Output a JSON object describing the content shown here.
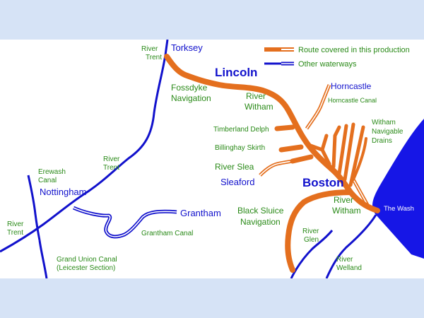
{
  "colors": {
    "route": "#e46f1e",
    "waterway": "#1111cc",
    "town": "#1111cc",
    "label_green": "#2a8a18",
    "sea": "#1616e6",
    "band": "#d6e3f6"
  },
  "legend": {
    "route_label": "Route covered in this production",
    "waterway_label": "Other waterways"
  },
  "towns": {
    "torksey": "Torksey",
    "lincoln": "Lincoln",
    "horncastle": "Horncastle",
    "boston": "Boston",
    "sleaford": "Sleaford",
    "nottingham": "Nottingham",
    "grantham": "Grantham"
  },
  "waterways": {
    "river_trent_top": [
      "River",
      "Trent"
    ],
    "fossdyke": [
      "Fossdyke",
      "Navigation"
    ],
    "river_witham_upper": [
      "River",
      "Witham"
    ],
    "horncastle_canal": "Horncastle Canal",
    "witham_drains": [
      "Witham",
      "Navigable",
      "Drains"
    ],
    "timberland_delph": "Timberland Delph",
    "billinghay_skirth": "Billinghay Skirth",
    "river_slea": "River Slea",
    "river_trent_mid": [
      "River",
      "Trent"
    ],
    "erewash_canal": [
      "Erewash",
      "Canal"
    ],
    "river_trent_left": [
      "River",
      "Trent"
    ],
    "grantham_canal": "Grantham Canal",
    "black_sluice": [
      "Black Sluice",
      "Navigation"
    ],
    "river_witham_lower": [
      "River",
      "Witham"
    ],
    "the_wash": "The Wash",
    "river_glen": [
      "River",
      "Glen"
    ],
    "river_welland": [
      "River",
      "Welland"
    ],
    "grand_union": [
      "Grand Union Canal",
      "(Leicester Section)"
    ]
  }
}
